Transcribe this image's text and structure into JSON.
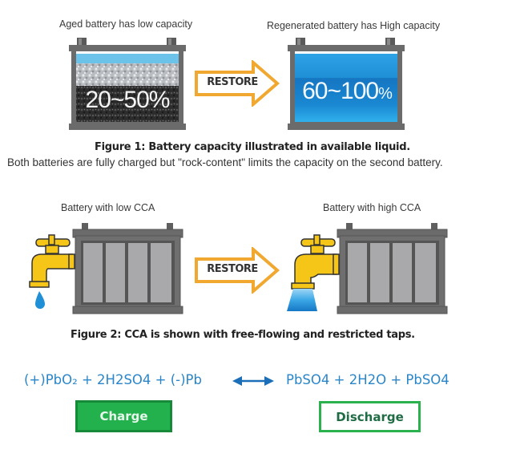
{
  "figure1": {
    "left_label": "Aged battery has low capacity",
    "right_label": "Regenerated battery has High capacity",
    "left_capacity": "20~50%",
    "right_capacity_main": "60~100",
    "right_capacity_pct": "%",
    "arrow_label": "RESTORE",
    "title": "Figure 1: Battery capacity illustrated in available liquid.",
    "note": "Both batteries are fully charged but \"rock-content\" limits the capacity on the second battery."
  },
  "figure2": {
    "left_label": "Battery with low CCA",
    "right_label": "Battery with high CCA",
    "arrow_label": "RESTORE",
    "title": "Figure 2: CCA is shown with free-flowing and restricted taps."
  },
  "equation": {
    "left": "(+)PbO₂ + 2H2SO4 + (-)Pb",
    "right": "PbSO4 + 2H2O + PbSO4"
  },
  "buttons": {
    "charge": "Charge",
    "discharge": "Discharge"
  },
  "colors": {
    "restore_arrow": "#f0a830",
    "battery_case": "#6b6b6b",
    "liquid_blue": "#1c8fd6",
    "equation_blue": "#2a86c8",
    "charge_green": "#23b14d",
    "discharge_border": "#2bb24f",
    "tap_yellow": "#f5c518"
  }
}
